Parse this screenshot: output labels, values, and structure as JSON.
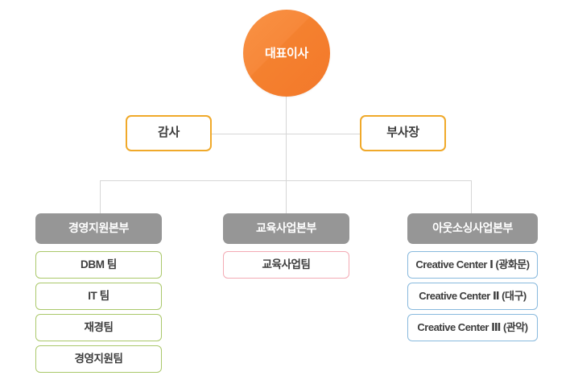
{
  "chart": {
    "type": "org-chart",
    "title": "",
    "colors": {
      "ceo_fill": "#f4812f",
      "level2_border": "#f0a92a",
      "division_header_fill": "#969696",
      "team_border_green": "#aac86a",
      "team_border_pink": "#f3aab4",
      "team_border_blue": "#88b9dd",
      "connector": "#d6d6d6",
      "text_dark": "#3d3d3d",
      "text_light": "#ffffff",
      "background": "#ffffff"
    }
  },
  "ceo": {
    "label": "대표이사"
  },
  "level2": [
    {
      "id": "auditor",
      "label": "감사"
    },
    {
      "id": "vice-president",
      "label": "부사장"
    }
  ],
  "divisions": [
    {
      "id": "management-support",
      "header": "경영지원본부",
      "team_style": "green",
      "teams": [
        "DBM 팀",
        "IT 팀",
        "재경팀",
        "경영지원팀"
      ]
    },
    {
      "id": "education-business",
      "header": "교육사업본부",
      "team_style": "pink",
      "teams": [
        "교육사업팀"
      ]
    },
    {
      "id": "outsourcing-business",
      "header": "아웃소싱사업본부",
      "team_style": "blue",
      "teams": [
        "Creative Center Ⅰ (광화문)",
        "Creative Center Ⅱ (대구)",
        "Creative Center Ⅲ (관악)"
      ]
    }
  ]
}
